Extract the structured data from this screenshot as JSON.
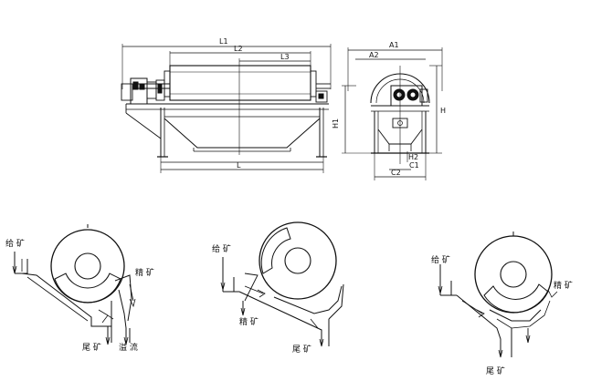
{
  "dimensions": {
    "L1": "L1",
    "L2": "L2",
    "L3": "L3",
    "L": "L",
    "A1": "A1",
    "A2": "A2",
    "H": "H",
    "H1": "H1",
    "H2": "H2",
    "C1": "C1",
    "C2": "C2"
  },
  "flow_labels": {
    "feed": "给 矿",
    "concentrate": "精 矿",
    "tailings": "尾 矿",
    "overflow": "溢 流"
  },
  "colors": {
    "line": "#111111",
    "background": "#ffffff"
  }
}
